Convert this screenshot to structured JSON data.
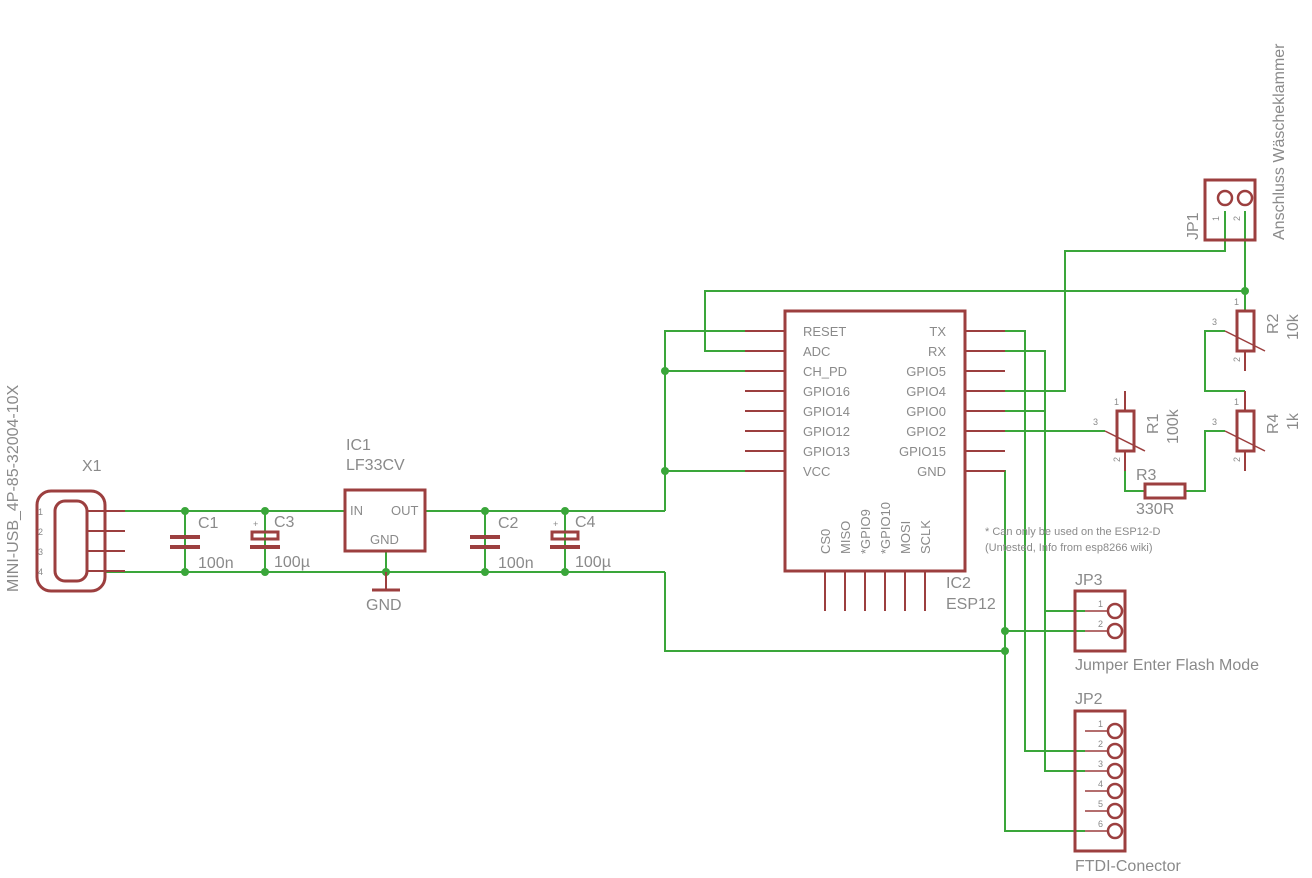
{
  "colors": {
    "wire": "#3aa63a",
    "part": "#9c3f3f",
    "text": "#8a8a8a"
  },
  "x1": {
    "name": "X1",
    "value": "MINI-USB_4P-85-32004-10X",
    "pins": [
      "1",
      "2",
      "3",
      "4"
    ]
  },
  "c1": {
    "name": "C1",
    "value": "100n"
  },
  "c3": {
    "name": "C3",
    "value": "100µ",
    "polarity": "+"
  },
  "ic1": {
    "name": "IC1",
    "value": "LF33CV",
    "pin_in": "IN",
    "pin_out": "OUT",
    "pin_gnd": "GND"
  },
  "gnd_symbol": "GND",
  "c2": {
    "name": "C2",
    "value": "100n"
  },
  "c4": {
    "name": "C4",
    "value": "100µ",
    "polarity": "+"
  },
  "ic2": {
    "name": "IC2",
    "value": "ESP12",
    "left_pins": [
      "RESET",
      "ADC",
      "CH_PD",
      "GPIO16",
      "GPIO14",
      "GPIO12",
      "GPIO13",
      "VCC"
    ],
    "right_pins": [
      "TX",
      "RX",
      "GPIO5",
      "GPIO4",
      "GPIO0",
      "GPIO2",
      "GPIO15",
      "GND"
    ],
    "bottom_pins": [
      "CS0",
      "MISO",
      "*GPIO9",
      "*GPIO10",
      "MOSI",
      "SCLK"
    ]
  },
  "note": {
    "line1": "* Can only be used on the ESP12-D",
    "line2": "(Untested, Info from esp8266 wiki)"
  },
  "jp1": {
    "name": "JP1",
    "value": "Anschluss Wäscheklammer",
    "pins": [
      "1",
      "2"
    ]
  },
  "r1": {
    "name": "R1",
    "value": "100k",
    "pins": [
      "1",
      "2",
      "3"
    ]
  },
  "r2": {
    "name": "R2",
    "value": "10k",
    "pins": [
      "1",
      "2",
      "3"
    ]
  },
  "r3": {
    "name": "R3",
    "value": "330R"
  },
  "r4": {
    "name": "R4",
    "value": "1k",
    "pins": [
      "1",
      "2",
      "3"
    ]
  },
  "jp3": {
    "name": "JP3",
    "value": "Jumper Enter Flash Mode",
    "pins": [
      "1",
      "2"
    ]
  },
  "jp2": {
    "name": "JP2",
    "value": "FTDI-Conector",
    "pins": [
      "1",
      "2",
      "3",
      "4",
      "5",
      "6"
    ]
  }
}
